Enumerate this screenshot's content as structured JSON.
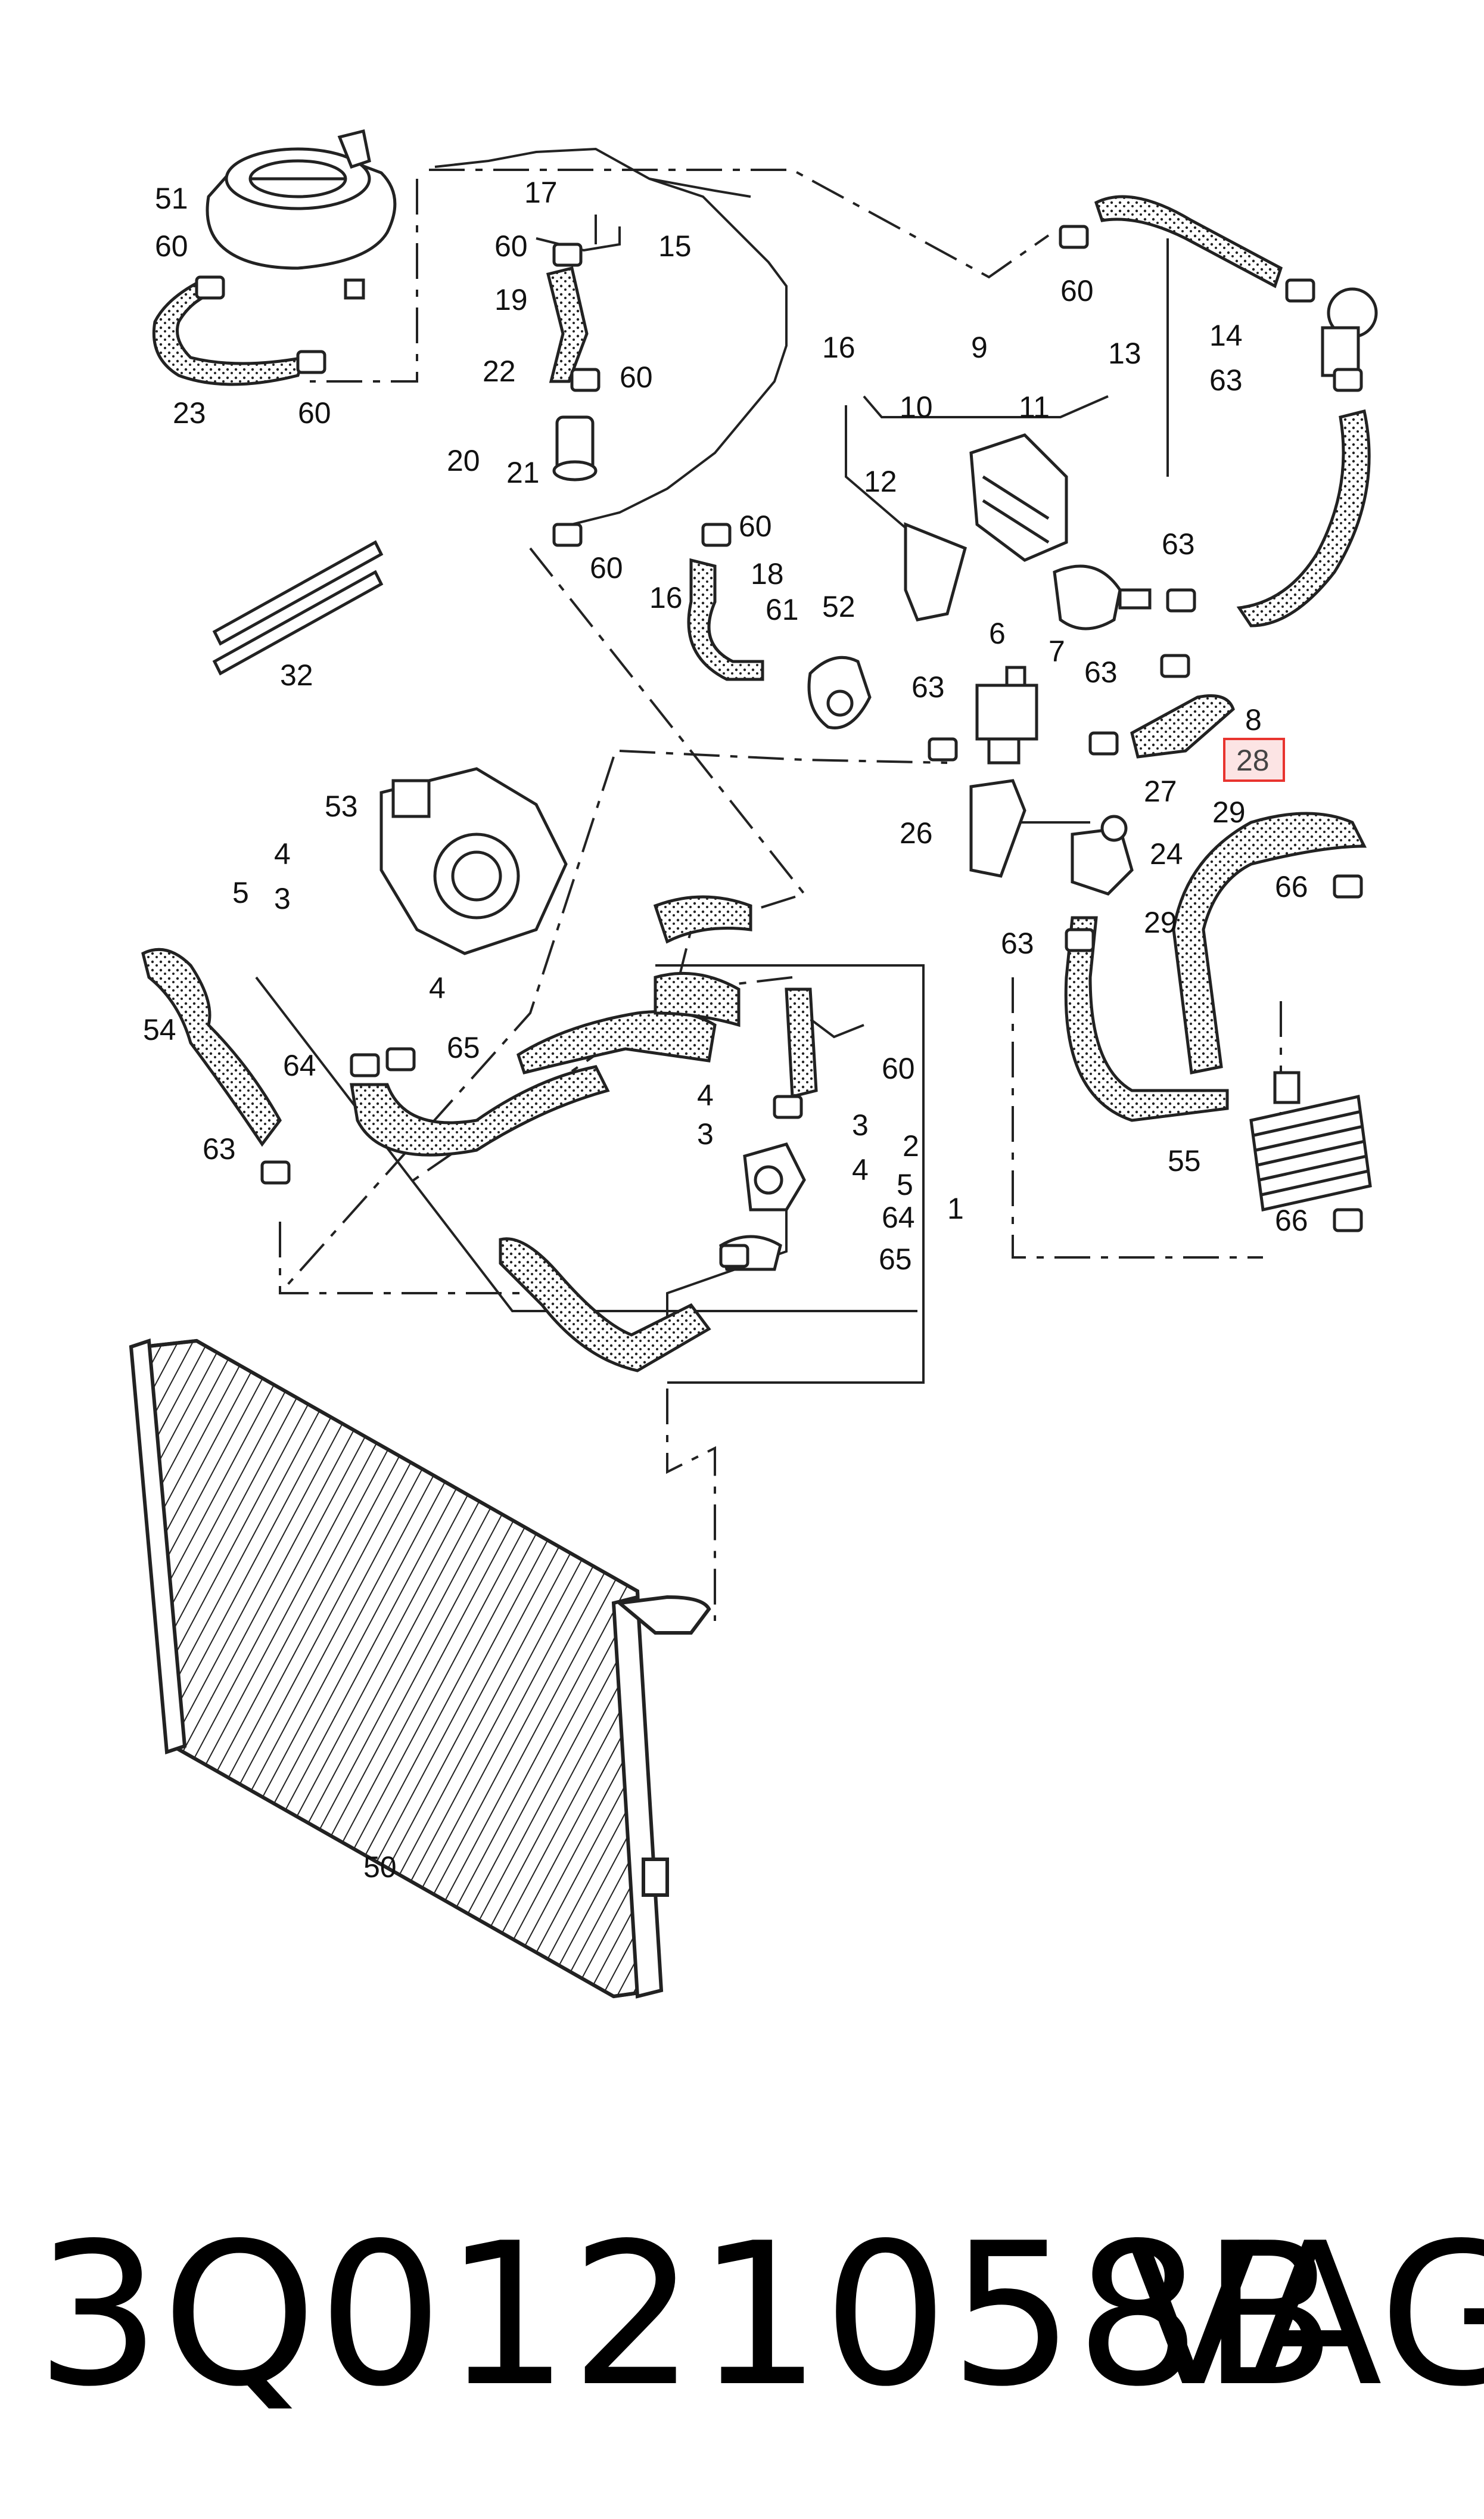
{
  "diagram": {
    "callouts": [
      "51",
      "60",
      "23",
      "60",
      "17",
      "60",
      "15",
      "19",
      "22",
      "60",
      "20",
      "21",
      "16",
      "60",
      "60",
      "18",
      "16",
      "61",
      "52",
      "9",
      "10",
      "11",
      "12",
      "60",
      "14",
      "13",
      "63",
      "63",
      "6",
      "7",
      "63",
      "63",
      "8",
      "28",
      "27",
      "29",
      "26",
      "24",
      "66",
      "29",
      "63",
      "53",
      "4",
      "5",
      "3",
      "4",
      "54",
      "64",
      "65",
      "60",
      "3",
      "4",
      "2",
      "4",
      "3",
      "5",
      "64",
      "1",
      "65",
      "55",
      "66",
      "63",
      "32",
      "50"
    ],
    "highlight_color": "#e8342f",
    "hose_color": "#333333"
  },
  "footer": {
    "part_number": "3Q0121058B",
    "brand": "VAG"
  }
}
